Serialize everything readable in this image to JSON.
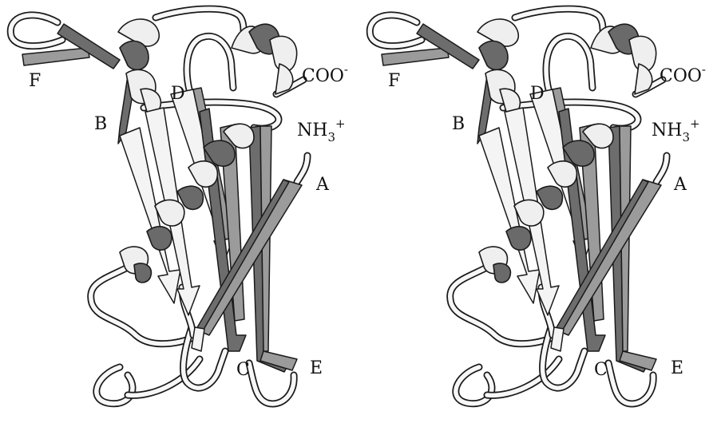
{
  "labels": {
    "strand_a": "A",
    "strand_b": "B",
    "strand_c": "C",
    "strand_d": "D",
    "strand_e": "E",
    "strand_f": "F",
    "c_terminus": "COO",
    "c_terminus_charge": "-",
    "n_terminus_base": "NH",
    "n_terminus_sub": "3",
    "n_terminus_charge": "+"
  },
  "colors": {
    "background": "#ffffff",
    "outline": "#1a1a1a",
    "light_ribbon": "#f4f4f4",
    "mid_ribbon": "#9b9b9b",
    "dark_ribbon": "#6d6d6d"
  },
  "panels": [
    "left-stereo-view",
    "right-stereo-view"
  ]
}
